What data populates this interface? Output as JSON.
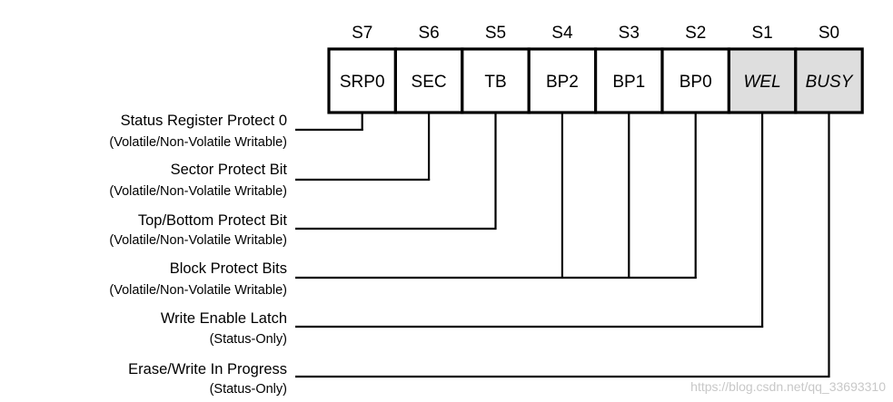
{
  "register": {
    "bits": [
      {
        "bit": "S7",
        "name": "SRP0",
        "italic": false,
        "shaded": false
      },
      {
        "bit": "S6",
        "name": "SEC",
        "italic": false,
        "shaded": false
      },
      {
        "bit": "S5",
        "name": "TB",
        "italic": false,
        "shaded": false
      },
      {
        "bit": "S4",
        "name": "BP2",
        "italic": false,
        "shaded": false
      },
      {
        "bit": "S3",
        "name": "BP1",
        "italic": false,
        "shaded": false
      },
      {
        "bit": "S2",
        "name": "BP0",
        "italic": false,
        "shaded": false
      },
      {
        "bit": "S1",
        "name": "WEL",
        "italic": true,
        "shaded": true
      },
      {
        "bit": "S0",
        "name": "BUSY",
        "italic": true,
        "shaded": true
      }
    ],
    "shade_color": "#dedede"
  },
  "fields": [
    {
      "title": "Status Register Protect 0",
      "subtitle": "(Volatile/Non-Volatile Writable)",
      "bits": [
        0
      ]
    },
    {
      "title": "Sector Protect Bit",
      "subtitle": "(Volatile/Non-Volatile Writable)",
      "bits": [
        1
      ]
    },
    {
      "title": "Top/Bottom Protect Bit",
      "subtitle": "(Volatile/Non-Volatile Writable)",
      "bits": [
        2
      ]
    },
    {
      "title": "Block Protect Bits",
      "subtitle": "(Volatile/Non-Volatile Writable)",
      "bits": [
        3,
        4,
        5
      ]
    },
    {
      "title": "Write Enable Latch",
      "subtitle": "(Status-Only)",
      "bits": [
        6
      ]
    },
    {
      "title": "Erase/Write In Progress",
      "subtitle": "(Status-Only)",
      "bits": [
        7
      ]
    }
  ],
  "watermark": "https://blog.csdn.net/qq_33693310"
}
